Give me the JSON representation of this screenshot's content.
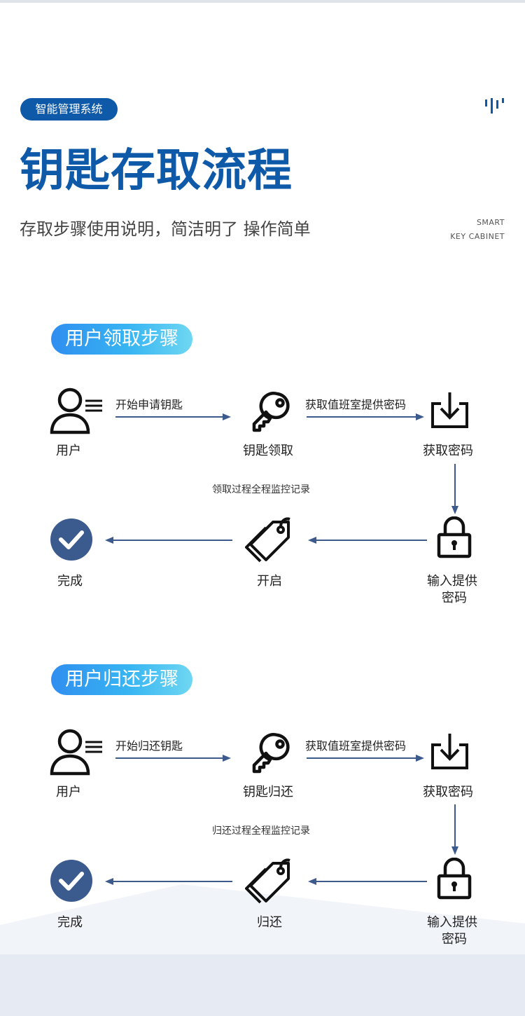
{
  "header": {
    "badge": "智能管理系统",
    "title": "钥匙存取流程",
    "subtitle": "存取步骤使用说明，简洁明了 操作简单",
    "brand_line1": "SMART",
    "brand_line2": "KEY CABINET"
  },
  "sections": [
    {
      "title": "用户领取步骤",
      "step_user": "用户",
      "step_key": "钥匙领取",
      "step_password": "获取密码",
      "step_input_line1": "输入提供",
      "step_input_line2": "密码",
      "step_open": "开启",
      "step_done": "完成",
      "arrow1_caption": "开始申请钥匙",
      "arrow2_caption": "获取值班室提供密码",
      "monitor_caption": "领取过程全程监控记录"
    },
    {
      "title": "用户归还步骤",
      "step_user": "用户",
      "step_key": "钥匙归还",
      "step_password": "获取密码",
      "step_input_line1": "输入提供",
      "step_input_line2": "密码",
      "step_open": "归还",
      "step_done": "完成",
      "arrow1_caption": "开始归还钥匙",
      "arrow2_caption": "获取值班室提供密码",
      "monitor_caption": "归还过程全程监控记录"
    }
  ],
  "colors": {
    "brand_blue": "#0f5aa8",
    "arrow": "#3d5a8c",
    "check": "#3b5a8e"
  },
  "icons": [
    "user-icon",
    "key-icon",
    "download-box-icon",
    "lock-icon",
    "tag-icon",
    "check-circle-icon"
  ]
}
